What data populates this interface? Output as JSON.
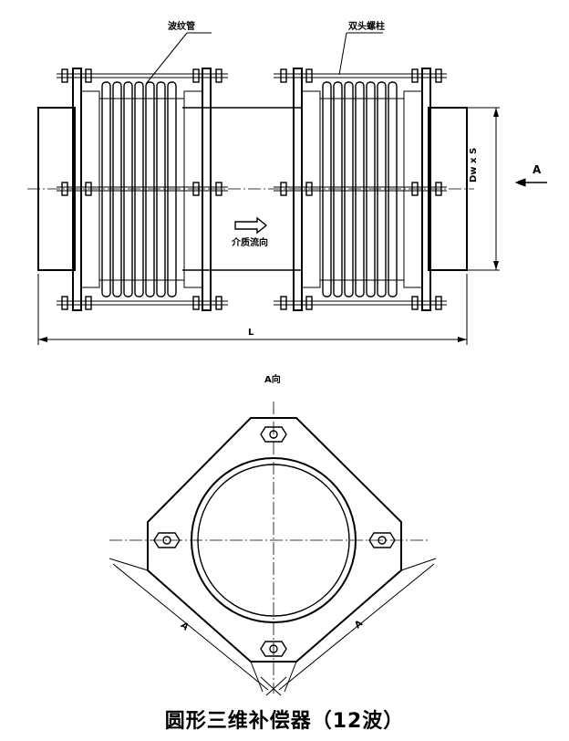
{
  "labels": {
    "bellows": "波纹管",
    "double_stud": "双头螺柱",
    "flow_direction": "介质流向",
    "view_arrow": "A",
    "dim_diameter": "Dw x S",
    "dim_length": "L",
    "view_title": "A向",
    "dim_side_left": "A",
    "dim_side_right": "A"
  },
  "caption": "圆形三维补偿器（12波）"
}
